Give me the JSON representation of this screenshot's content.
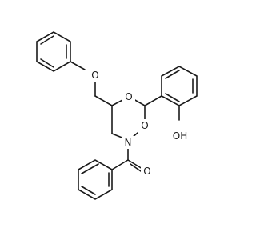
{
  "molecule": {
    "atoms": {
      "o_ether": "O",
      "o_ring_top": "O",
      "o_ring_right": "O",
      "n_ring": "N",
      "o_carbonyl": "O",
      "oh_group": "OH"
    },
    "colors": {
      "bond": "#1a1a1a",
      "label": "#1a1a1a",
      "background": "#ffffff"
    }
  }
}
